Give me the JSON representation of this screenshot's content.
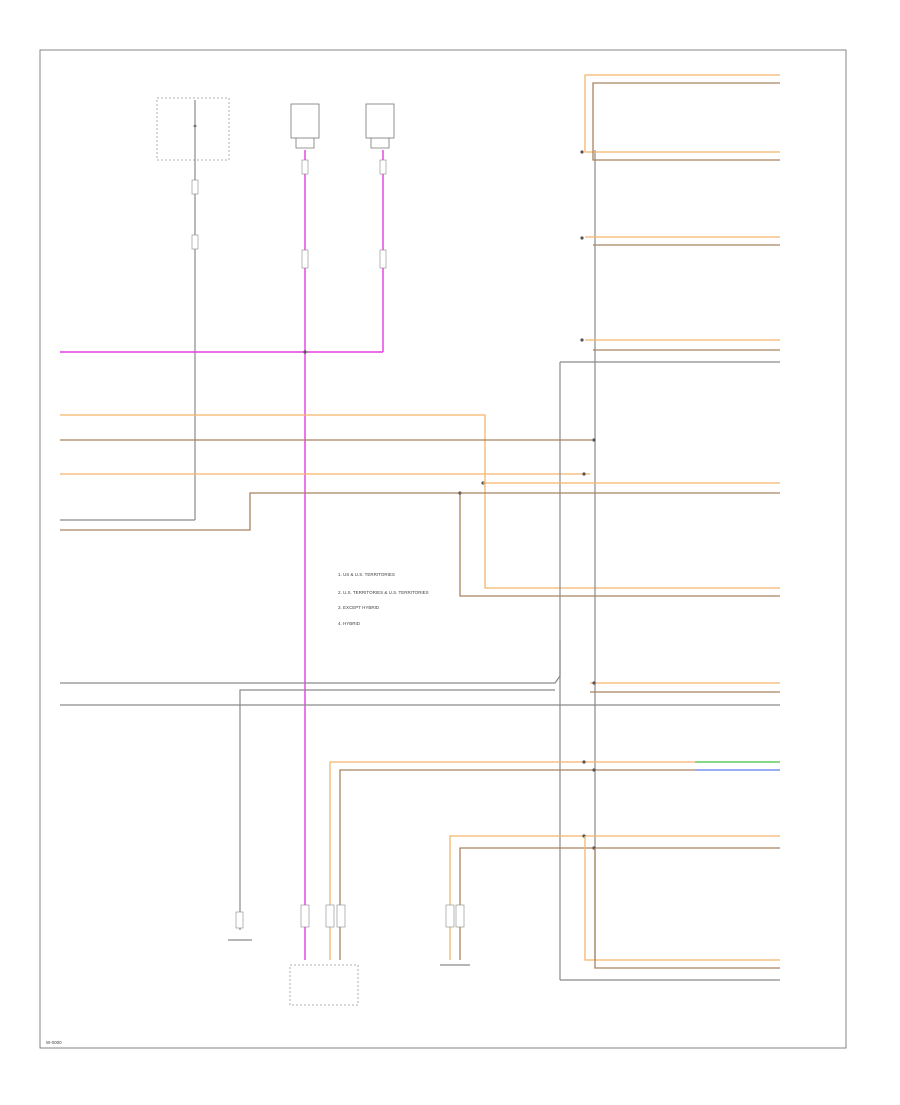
{
  "legend": {
    "items": [
      "1. US & U.S. TERRITORIES",
      "2. U.S. TERRITORIES & U.S. TERRITORIES",
      "3. EXCEPT HYBRID",
      "4. HYBRID"
    ]
  },
  "footer_code": "W-0000",
  "colors": {
    "pink": "#e23ee0",
    "orange": "#f5b56a",
    "brown": "#a9835f",
    "gray": "#8a8a8a",
    "green": "#3fbf3f",
    "blue": "#5a7cf0"
  }
}
